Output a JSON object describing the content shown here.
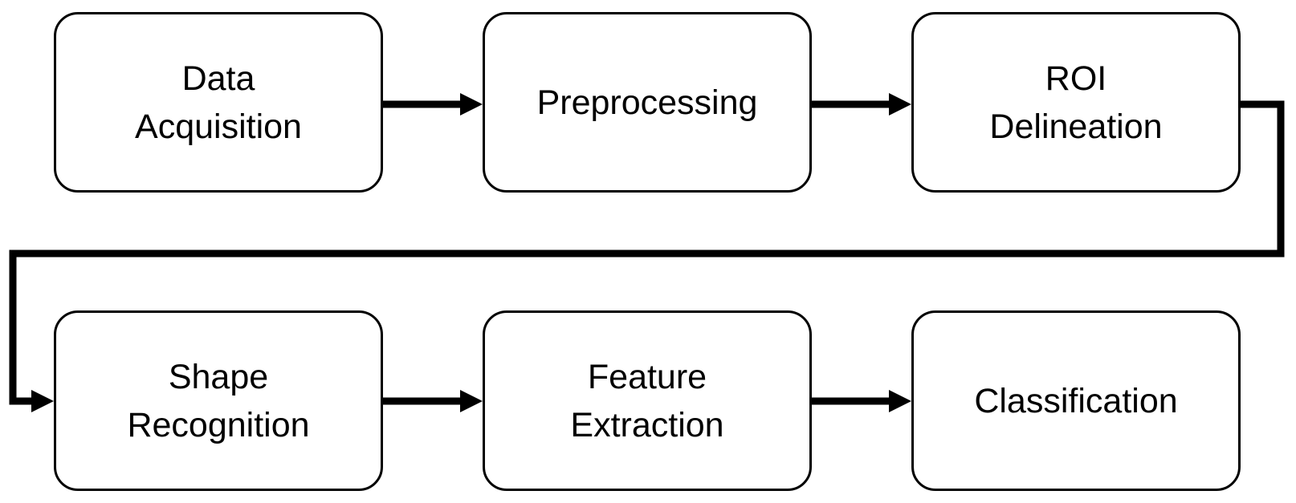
{
  "diagram": {
    "type": "flowchart",
    "description": "Six-stage processing pipeline in two rows, connected left-to-right with an elbow loop from the end of row one to the start of row two",
    "colors": {
      "background": "#ffffff",
      "box_fill": "#ffffff",
      "box_border": "#000000",
      "arrow": "#000000",
      "text": "#000000"
    },
    "nodes": [
      {
        "id": "data-acquisition",
        "label": "Data\nAcquisition"
      },
      {
        "id": "preprocessing",
        "label": "Preprocessing"
      },
      {
        "id": "roi-delineation",
        "label": "ROI\nDelineation"
      },
      {
        "id": "shape-recognition",
        "label": "Shape\nRecognition"
      },
      {
        "id": "feature-extraction",
        "label": "Feature\nExtraction"
      },
      {
        "id": "classification",
        "label": "Classification"
      }
    ],
    "edges": [
      {
        "from": "Data Acquisition",
        "to": "Preprocessing"
      },
      {
        "from": "Preprocessing",
        "to": "ROI Delineation"
      },
      {
        "from": "ROI Delineation",
        "to": "Shape Recognition"
      },
      {
        "from": "Shape Recognition",
        "to": "Feature Extraction"
      },
      {
        "from": "Feature Extraction",
        "to": "Classification"
      }
    ]
  }
}
